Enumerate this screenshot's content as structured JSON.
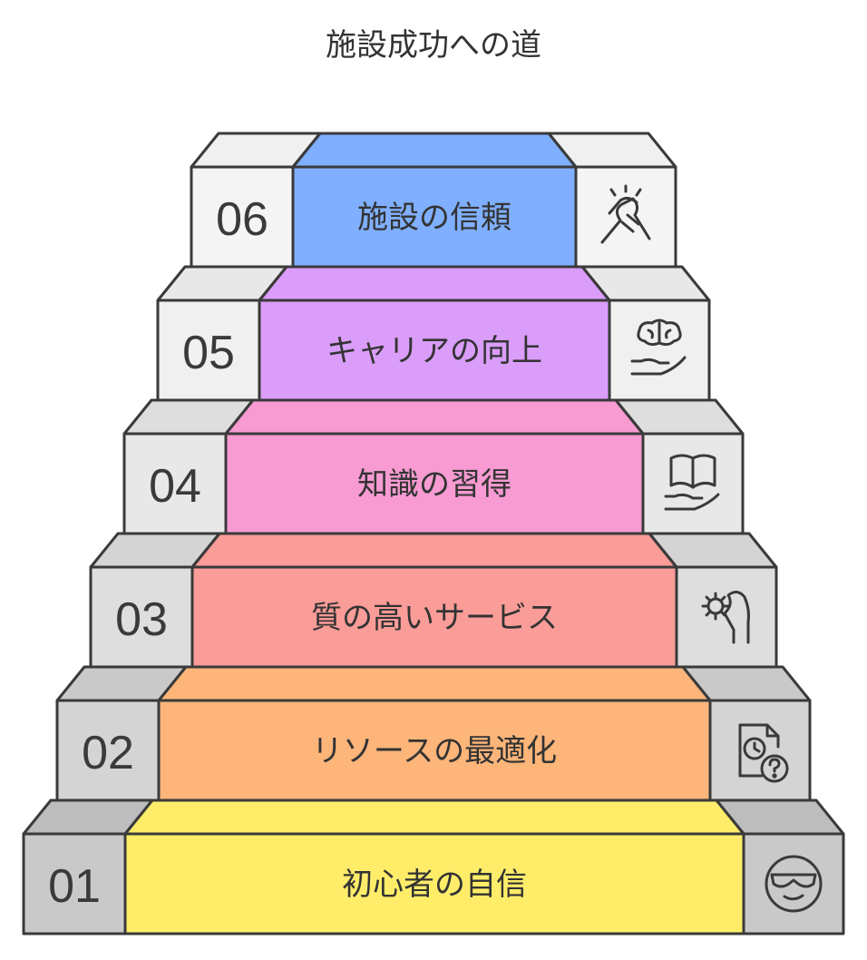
{
  "title": "施設成功への道",
  "steps": [
    {
      "number": "01",
      "label": "初心者の自信",
      "icon": "sunglasses-face-icon",
      "color": "#FFED6A"
    },
    {
      "number": "02",
      "label": "リソースの最適化",
      "icon": "document-clock-question-icon",
      "color": "#FDB57A"
    },
    {
      "number": "03",
      "label": "質の高いサービス",
      "icon": "hand-gear-icon",
      "color": "#FA9C98"
    },
    {
      "number": "04",
      "label": "知識の習得",
      "icon": "hand-book-icon",
      "color": "#F79BD2"
    },
    {
      "number": "05",
      "label": "キャリアの向上",
      "icon": "hand-brain-icon",
      "color": "#DA9DF9"
    },
    {
      "number": "06",
      "label": "施設の信頼",
      "icon": "handshake-icon",
      "color": "#7FAFFE"
    }
  ]
}
